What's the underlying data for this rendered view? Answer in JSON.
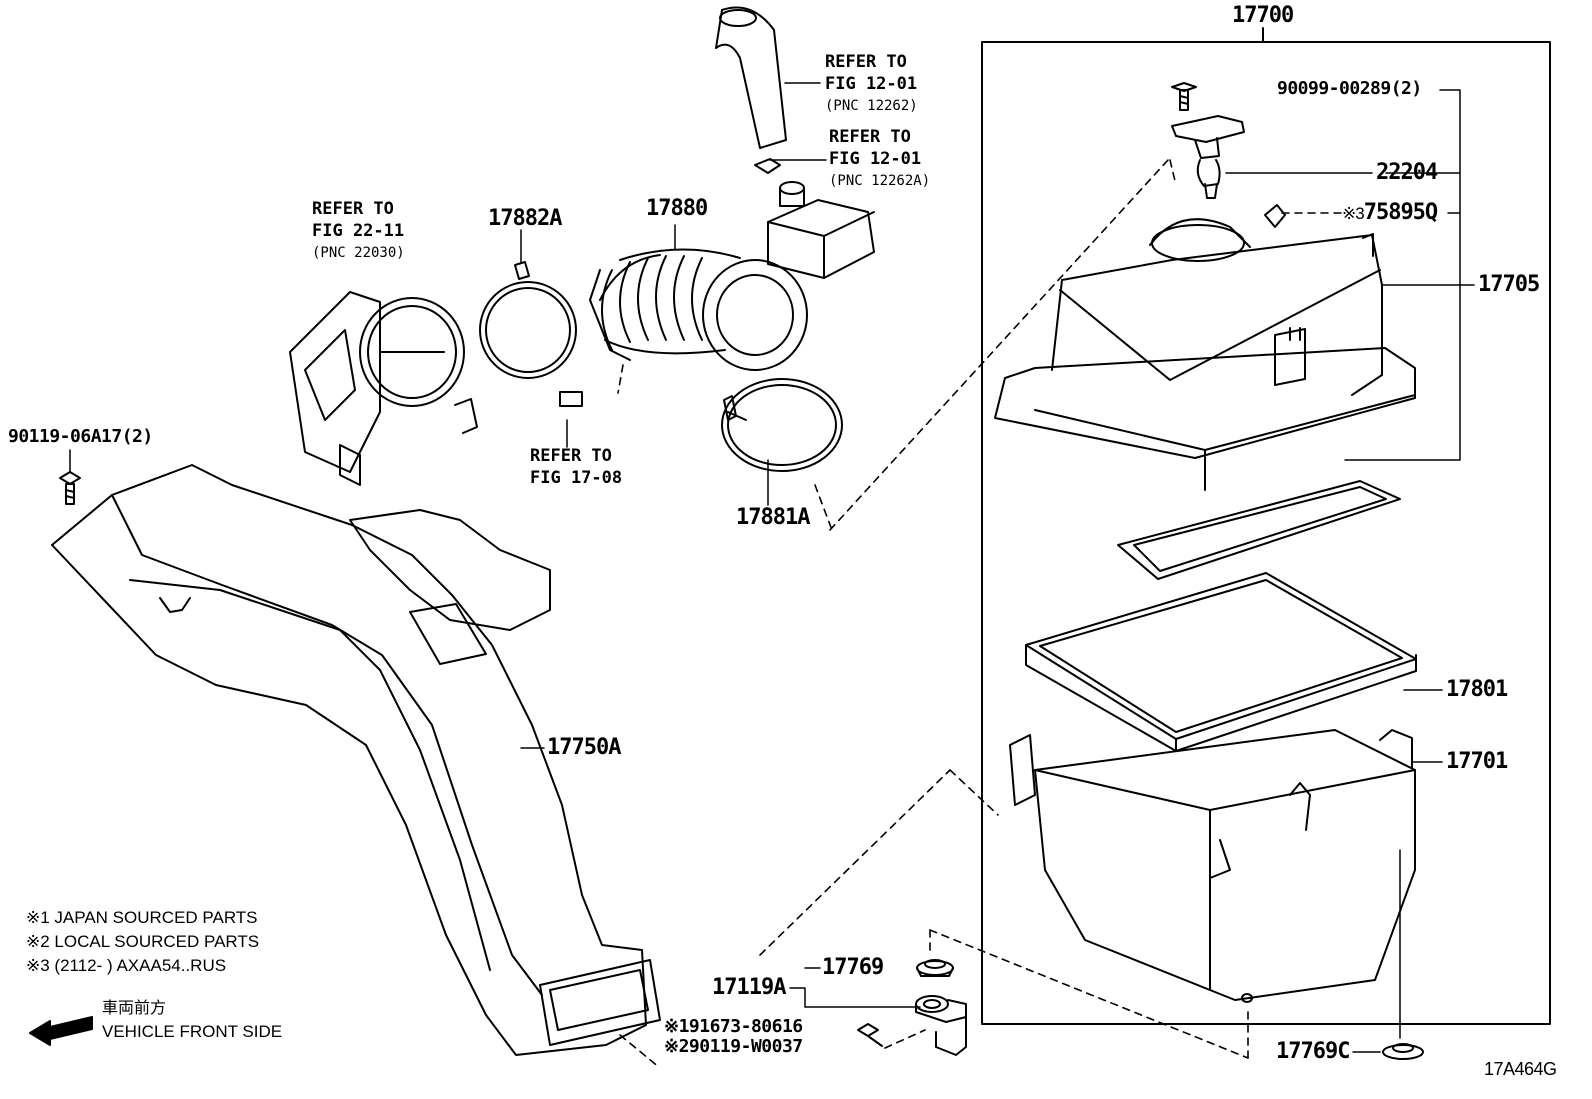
{
  "assembly": {
    "main_part": "17700",
    "figure_code": "17A464G"
  },
  "labels": {
    "p_90099": "90099-00289(2)",
    "p_22204": "22204",
    "p_75895q_prefix": "※3",
    "p_75895q": "75895Q",
    "p_17705": "17705",
    "p_17801": "17801",
    "p_17701": "17701",
    "p_17769": "17769",
    "p_17119a": "17119A",
    "p_191673": "※191673-80616",
    "p_290119": "※290119-W0037",
    "p_17769c": "17769C",
    "p_17750a": "17750A",
    "p_90119": "90119-06A17(2)",
    "p_17882a": "17882A",
    "p_17880": "17880",
    "p_17881a": "17881A"
  },
  "references": {
    "fig_22_11": {
      "line1": "REFER TO",
      "line2": "FIG 22-11",
      "line3": "(PNC 22030)"
    },
    "fig_12_01_a": {
      "line1": "REFER TO",
      "line2": "FIG 12-01",
      "line3": "(PNC 12262)"
    },
    "fig_12_01_b": {
      "line1": "REFER TO",
      "line2": "FIG 12-01",
      "line3": "(PNC 12262A)"
    },
    "fig_17_08": {
      "line1": "REFER TO",
      "line2": "FIG 17-08"
    }
  },
  "notes": {
    "note1": "※1 JAPAN SOURCED PARTS",
    "note2": "※2 LOCAL SOURCED PARTS",
    "note3": "※3 (2112-        ) AXAA54..RUS"
  },
  "direction": {
    "japanese": "車両前方",
    "english": "VEHICLE FRONT SIDE"
  }
}
